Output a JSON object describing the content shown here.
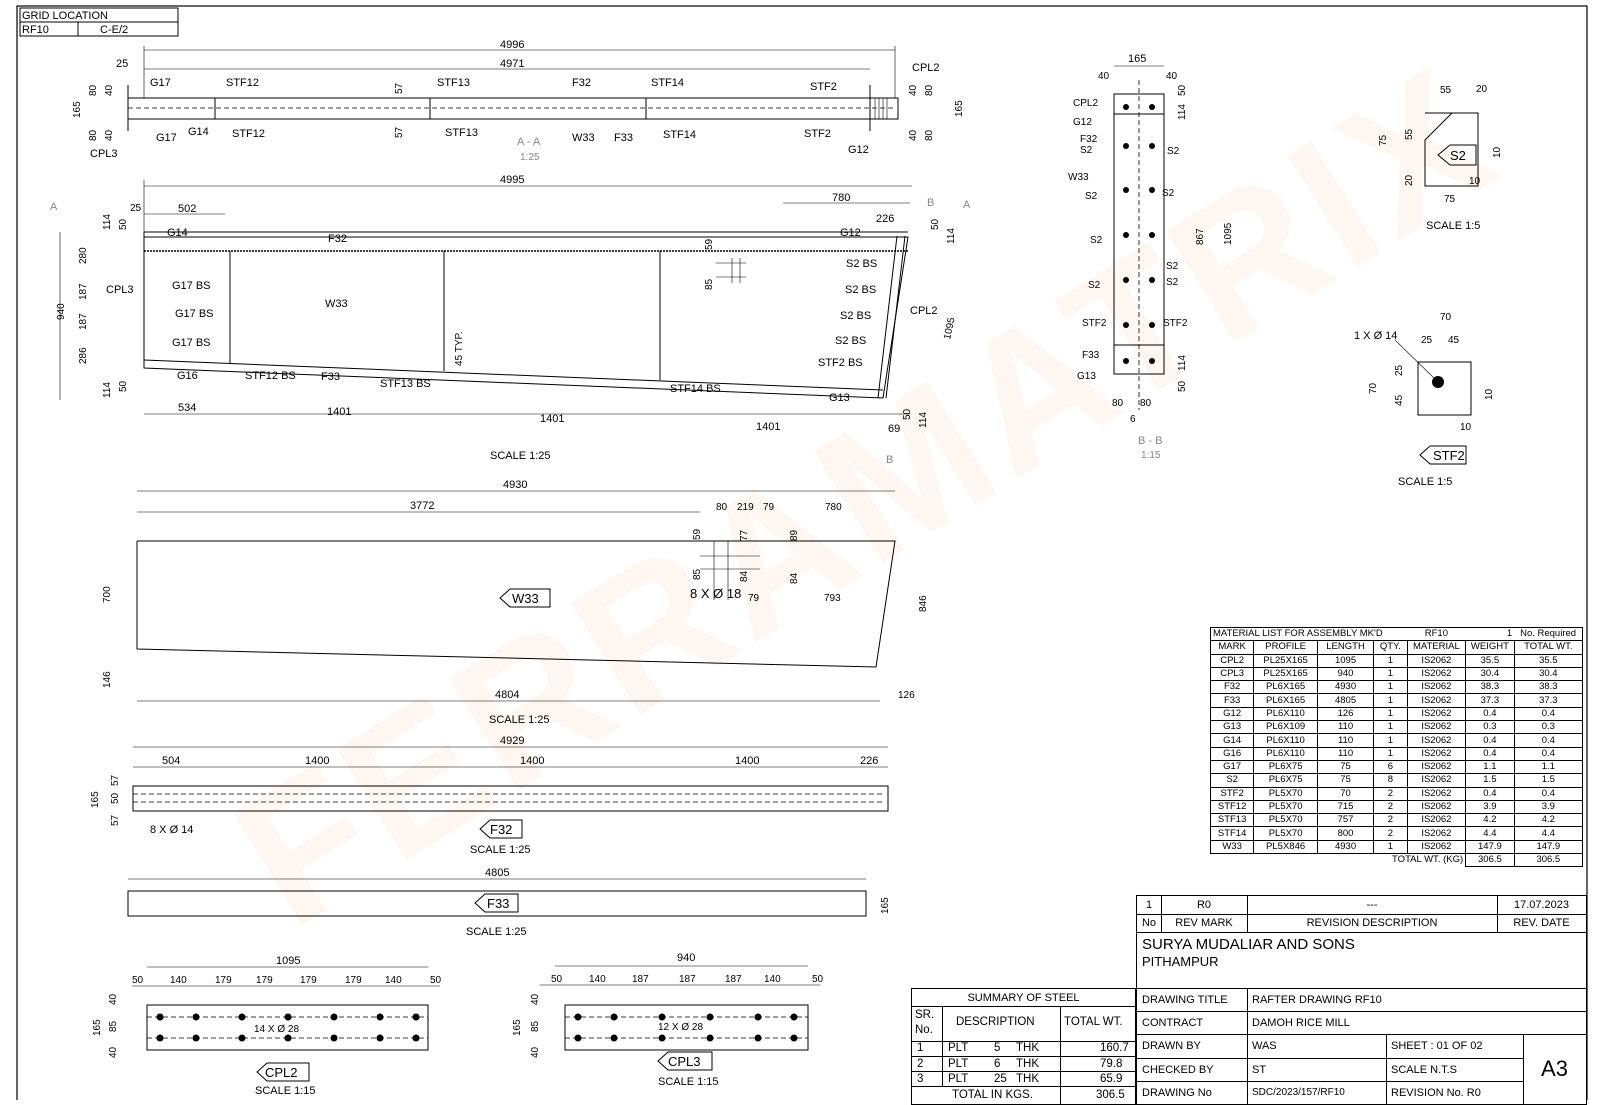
{
  "grid_location": {
    "header": "GRID LOCATION",
    "mark": "RF10",
    "grid": "C-E/2"
  },
  "views": {
    "section_aa": {
      "label": "A - A",
      "scale": "1:25",
      "dim_total": "4996",
      "dim_inner": "4971",
      "dim_25": "25",
      "labels": [
        "G17",
        "STF12",
        "STF13",
        "F32",
        "STF14",
        "STF2",
        "CPL2",
        "G17",
        "G14",
        "STF12",
        "STF13",
        "W33",
        "F33",
        "STF14",
        "STF2",
        "G12",
        "CPL3"
      ],
      "dims_left": [
        "165",
        "80",
        "40",
        "80",
        "40"
      ],
      "dims_right": [
        "40",
        "80",
        "165",
        "40",
        "80"
      ],
      "dim_57": "57"
    },
    "elevation": {
      "scale": "SCALE  1:25",
      "dim_total": "4995",
      "dim_25": "25",
      "dim_502": "502",
      "dim_780": "780",
      "dim_226": "226",
      "dim_534": "534",
      "dim_1401": "1401",
      "dim_69": "69",
      "dim_940": "940",
      "dim_1095": "1095",
      "left_dims": [
        "114",
        "50",
        "280",
        "187",
        "187",
        "286",
        "114",
        "50"
      ],
      "labels": {
        "g14": "G14",
        "f32": "F32",
        "cpl3": "CPL3",
        "g17bs": "G17 BS",
        "w33": "W33",
        "g16": "G16",
        "stf12bs": "STF12 BS",
        "f33": "F33",
        "stf13bs": "STF13 BS",
        "typ": "45 TYP.",
        "stf14bs": "STF14 BS",
        "g12": "G12",
        "s2bs": "S2 BS",
        "cpl2": "CPL2",
        "stf2bs": "STF2 BS",
        "g13": "G13",
        "a": "A",
        "b": "B",
        "d59": "59",
        "d85": "85",
        "d50": "50",
        "d114": "114"
      }
    },
    "section_bb": {
      "label": "B - B",
      "scale": "1:15",
      "dim_165": "165",
      "dim_40": "40",
      "dim_50": "50",
      "dim_114": "114",
      "dim_867": "867",
      "dim_1095": "1095",
      "dim_80": "80",
      "dim_6": "6",
      "labels": [
        "CPL2",
        "G12",
        "F32",
        "S2",
        "W33",
        "S2",
        "S2",
        "S2",
        "STF2",
        "F33",
        "G13"
      ],
      "right_labels": [
        "S2",
        "S2",
        "S2",
        "S2",
        "STF2"
      ]
    },
    "s2_detail": {
      "tag": "S2",
      "scale": "SCALE  1:5",
      "dims": [
        "55",
        "20",
        "75",
        "55",
        "10",
        "20",
        "10",
        "75"
      ]
    },
    "stf2_detail": {
      "tag": "STF2",
      "scale": "SCALE  1:5",
      "hole": "1 X Ø 14",
      "dims": [
        "70",
        "25",
        "45",
        "70",
        "25",
        "45",
        "10",
        "10"
      ]
    },
    "w33_plate": {
      "tag": "W33",
      "scale": "SCALE  1:25",
      "dim_total": "4930",
      "dim_3772": "3772",
      "dims_top": [
        "80",
        "219",
        "79",
        "780"
      ],
      "dim_700": "700",
      "dim_846": "846",
      "dim_146": "146",
      "dim_4804": "4804",
      "dim_126": "126",
      "holes": "8 X Ø 18",
      "dim_79": "79",
      "dim_793": "793",
      "dim_59": "59",
      "dim_85": "85",
      "dim_77": "77",
      "dim_84": "84",
      "dim_89": "89"
    },
    "f32_plate": {
      "tag": "F32",
      "scale": "SCALE  1:25",
      "dim_total": "4929",
      "dims": [
        "504",
        "1400",
        "1400",
        "1400",
        "226"
      ],
      "holes": "8 X Ø 14",
      "left_dims": [
        "165",
        "57",
        "50",
        "57"
      ]
    },
    "f33_plate": {
      "tag": "F33",
      "scale": "SCALE  1:25",
      "dim_total": "4805",
      "dim_165": "165"
    },
    "cpl2_plate": {
      "tag": "CPL2",
      "scale": "SCALE  1:15",
      "dim_total": "1095",
      "dims": [
        "50",
        "140",
        "179",
        "179",
        "179",
        "179",
        "140",
        "50"
      ],
      "holes": "14 X Ø 28",
      "left_dims": [
        "40",
        "85",
        "165",
        "40"
      ]
    },
    "cpl3_plate": {
      "tag": "CPL3",
      "scale": "SCALE  1:15",
      "dim_total": "940",
      "dims": [
        "50",
        "140",
        "187",
        "187",
        "187",
        "140",
        "50"
      ],
      "holes": "12 X Ø 28",
      "left_dims": [
        "40",
        "85",
        "165",
        "40"
      ]
    }
  },
  "material_list": {
    "title": "MATERIAL LIST FOR ASSEMBLY MK'D",
    "mark": "RF10",
    "qty": "1",
    "required": "No. Required",
    "headers": [
      "MARK",
      "PROFILE",
      "LENGTH",
      "QTY.",
      "MATERIAL",
      "WEIGHT",
      "TOTAL WT."
    ],
    "rows": [
      [
        "CPL2",
        "PL25X165",
        "1095",
        "1",
        "IS2062",
        "35.5",
        "35.5"
      ],
      [
        "CPL3",
        "PL25X165",
        "940",
        "1",
        "IS2062",
        "30.4",
        "30.4"
      ],
      [
        "F32",
        "PL6X165",
        "4930",
        "1",
        "IS2062",
        "38.3",
        "38.3"
      ],
      [
        "F33",
        "PL6X165",
        "4805",
        "1",
        "IS2062",
        "37.3",
        "37.3"
      ],
      [
        "G12",
        "PL6X110",
        "126",
        "1",
        "IS2062",
        "0.4",
        "0.4"
      ],
      [
        "G13",
        "PL6X109",
        "110",
        "1",
        "IS2062",
        "0.3",
        "0.3"
      ],
      [
        "G14",
        "PL6X110",
        "110",
        "1",
        "IS2062",
        "0.4",
        "0.4"
      ],
      [
        "G16",
        "PL6X110",
        "110",
        "1",
        "IS2062",
        "0.4",
        "0.4"
      ],
      [
        "G17",
        "PL6X75",
        "75",
        "6",
        "IS2062",
        "1.1",
        "1.1"
      ],
      [
        "S2",
        "PL6X75",
        "75",
        "8",
        "IS2062",
        "1.5",
        "1.5"
      ],
      [
        "STF2",
        "PL5X70",
        "70",
        "2",
        "IS2062",
        "0.4",
        "0.4"
      ],
      [
        "STF12",
        "PL5X70",
        "715",
        "2",
        "IS2062",
        "3.9",
        "3.9"
      ],
      [
        "STF13",
        "PL5X70",
        "757",
        "2",
        "IS2062",
        "4.2",
        "4.2"
      ],
      [
        "STF14",
        "PL5X70",
        "800",
        "2",
        "IS2062",
        "4.4",
        "4.4"
      ],
      [
        "W33",
        "PL5X846",
        "4930",
        "1",
        "IS2062",
        "147.9",
        "147.9"
      ]
    ],
    "total_label": "TOTAL WT. (KG)",
    "total_weight": "306.5",
    "total_total": "306.5"
  },
  "revision": {
    "no": "1",
    "rev_mark": "R0",
    "description": "---",
    "date": "17.07.2023",
    "h_no": "No",
    "h_rev_mark": "REV MARK",
    "h_description": "REVISION DESCRIPTION",
    "h_date": "REV. DATE"
  },
  "title_block": {
    "company": "SURYA MUDALIAR AND SONS",
    "location": "PITHAMPUR",
    "drawing_title_label": "DRAWING TITLE",
    "drawing_title": "RAFTER DRAWING RF10",
    "contract_label": "CONTRACT",
    "contract": "DAMOH RICE MILL",
    "drawn_by_label": "DRAWN BY",
    "drawn_by": "WAS",
    "checked_by_label": "CHECKED BY",
    "checked_by": "ST",
    "drawing_no_label": "DRAWING No",
    "drawing_no": "SDC/2023/157/RF10",
    "sheet": "SHEET :  01  OF  02",
    "scale": "SCALE        N.T.S",
    "revision_no": "REVISION No.   R0",
    "size": "A3"
  },
  "steel_summary": {
    "title": "SUMMARY OF STEEL",
    "h_sr": "SR.",
    "h_no": "No.",
    "h_desc": "DESCRIPTION",
    "h_total": "TOTAL WT.",
    "rows": [
      [
        "1",
        "PLT",
        "5",
        "THK",
        "160.7"
      ],
      [
        "2",
        "PLT",
        "6",
        "THK",
        "79.8"
      ],
      [
        "3",
        "PLT",
        "25",
        "THK",
        "65.9"
      ]
    ],
    "total_label": "TOTAL IN KGS.",
    "total": "306.5"
  },
  "watermark": "FERRAMATRIX"
}
